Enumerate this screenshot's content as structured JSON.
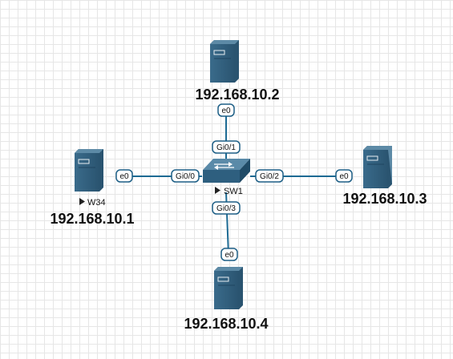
{
  "colors": {
    "link": "#1d6a93",
    "device_dark": "#2e5b78",
    "device_light": "#3d6f8e"
  },
  "nodes": {
    "top": {
      "ip": "192.168.10.2",
      "port": "e0",
      "icon": "server-icon"
    },
    "left": {
      "ip": "192.168.10.1",
      "name": "W34",
      "port": "e0",
      "icon": "server-icon"
    },
    "right": {
      "ip": "192.168.10.3",
      "port": "e0",
      "icon": "server-icon"
    },
    "bottom": {
      "ip": "192.168.10.4",
      "port": "e0",
      "icon": "server-icon"
    },
    "switch": {
      "name": "SW1",
      "icon": "switch-icon",
      "ports": {
        "top": "Gi0/1",
        "left": "Gi0/0",
        "right": "Gi0/2",
        "bottom": "Gi0/3"
      }
    }
  }
}
